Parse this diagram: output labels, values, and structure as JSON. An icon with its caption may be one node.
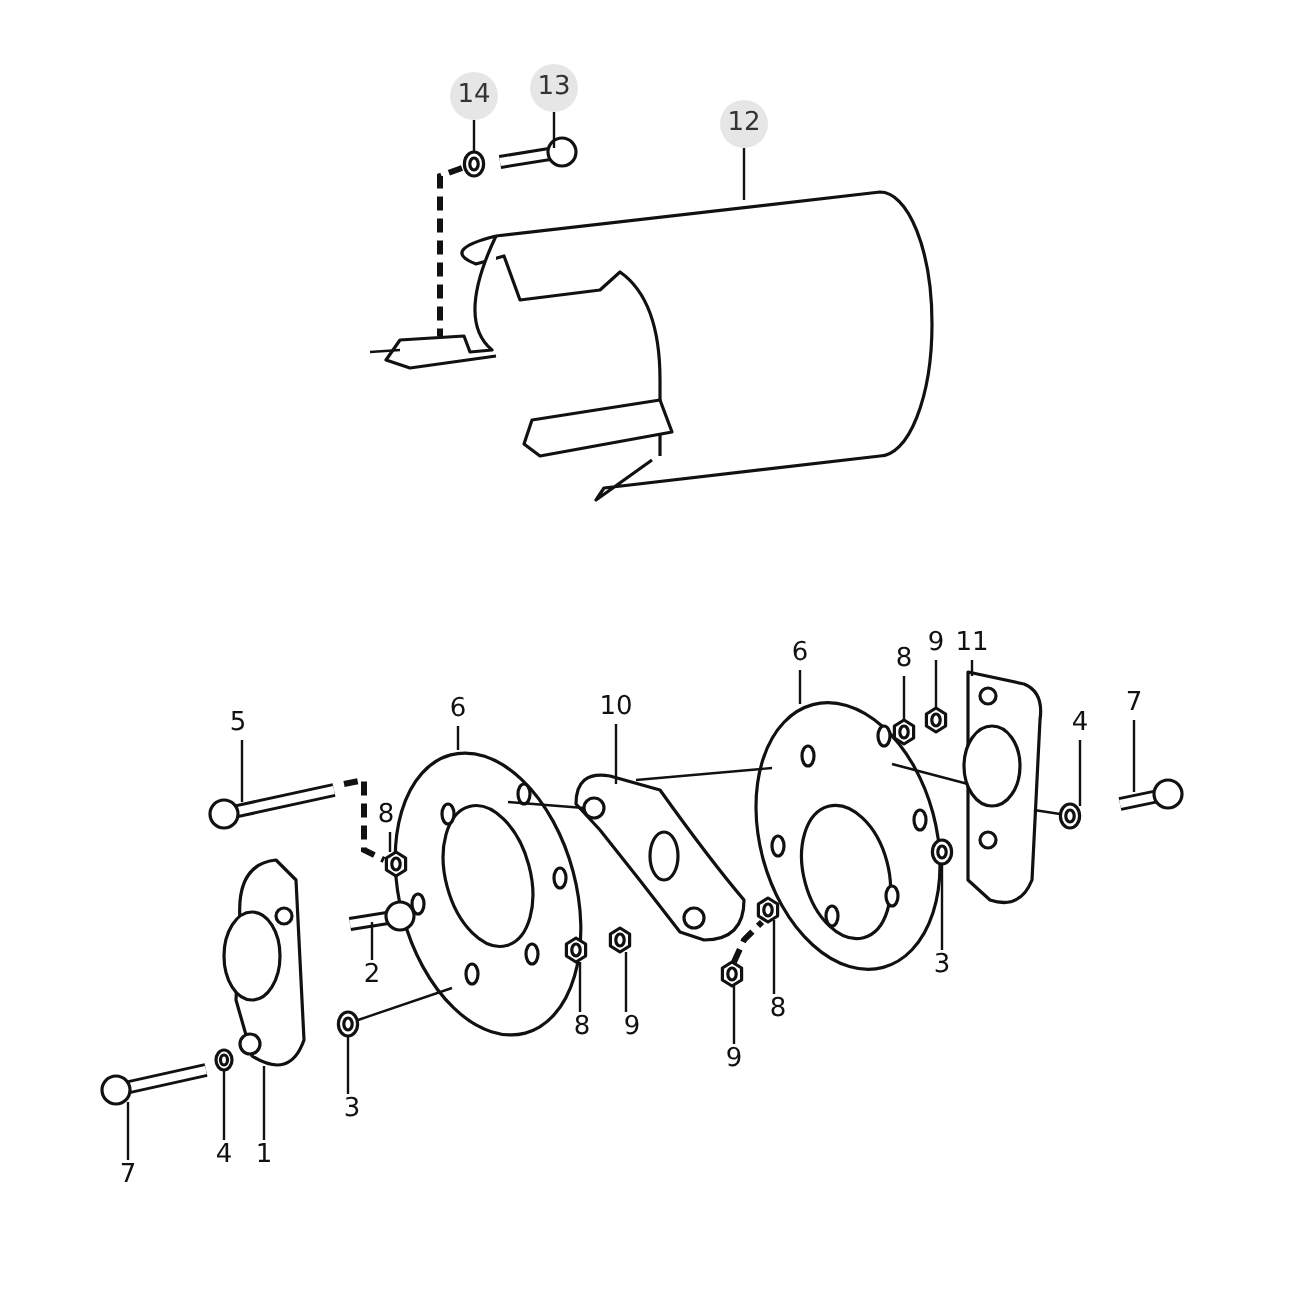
{
  "diagram": {
    "nodes": [
      {
        "text": [
          "14"
        ]
      },
      {
        "text": [
          "13"
        ]
      },
      {
        "text": [
          "12"
        ]
      },
      {
        "text": [
          "5"
        ]
      },
      {
        "text": [
          "6"
        ]
      },
      {
        "text": [
          "10"
        ]
      },
      {
        "text": [
          "6"
        ]
      },
      {
        "text": [
          "8"
        ]
      },
      {
        "text": [
          "9"
        ]
      },
      {
        "text": [
          "11"
        ]
      },
      {
        "text": [
          "7"
        ]
      },
      {
        "text": [
          "4"
        ]
      },
      {
        "text": [
          "8"
        ]
      },
      {
        "text": [
          "2"
        ]
      },
      {
        "text": [
          "3"
        ]
      },
      {
        "text": [
          "8"
        ]
      },
      {
        "text": [
          "9"
        ]
      },
      {
        "text": [
          "9"
        ]
      },
      {
        "text": [
          "8"
        ]
      },
      {
        "text": [
          "3"
        ]
      },
      {
        "text": [
          "7"
        ]
      },
      {
        "text": [
          "4"
        ]
      },
      {
        "text": [
          "1"
        ]
      },
      {
        "text": [],
        "shape": "picture"
      },
      {
        "text": [],
        "shape": "picture"
      },
      {
        "text": [],
        "shape": "picture"
      },
      {
        "text": [],
        "shape": "picture"
      },
      {
        "text": [],
        "shape": "picture"
      },
      {
        "text": [],
        "shape": "picture"
      },
      {
        "text": [],
        "shape": "picture"
      },
      {
        "text": [],
        "shape": "picture"
      },
      {
        "text": [],
        "shape": "picture"
      },
      {
        "text": [],
        "shape": "picture"
      },
      {
        "text": [],
        "shape": "picture"
      },
      {
        "text": [],
        "shape": "picture"
      },
      {
        "text": [],
        "shape": "picture"
      },
      {
        "text": [],
        "shape": "picture"
      },
      {
        "text": [],
        "shape": "picture"
      },
      {
        "text": [],
        "shape": "picture"
      },
      {
        "text": [],
        "shape": "picture"
      },
      {
        "text": [],
        "shape": "picture"
      },
      {
        "text": [],
        "shape": "picture"
      },
      {
        "text": [],
        "shape": "picture"
      },
      {
        "text": [],
        "shape": "picture"
      },
      {
        "text": [],
        "shape": "picture"
      },
      {
        "text": [],
        "shape": "picture"
      }
    ],
    "edges": [
      {
        "from": 0,
        "to": 23,
        "arrow": "none"
      },
      {
        "from": 1,
        "to": 24,
        "arrow": "none"
      },
      {
        "from": 2,
        "to": 25,
        "arrow": "none"
      },
      {
        "from": 3,
        "to": 26,
        "arrow": "none"
      },
      {
        "from": 4,
        "to": 27,
        "arrow": "none"
      },
      {
        "from": 5,
        "to": 28,
        "arrow": "none"
      },
      {
        "from": 6,
        "to": 29,
        "arrow": "none"
      },
      {
        "from": 7,
        "to": 30,
        "arrow": "none"
      },
      {
        "from": 8,
        "to": 31,
        "arrow": "none"
      },
      {
        "from": 9,
        "to": 32,
        "arrow": "none"
      },
      {
        "from": 10,
        "to": 33,
        "arrow": "none"
      },
      {
        "from": 11,
        "to": 34,
        "arrow": "none"
      },
      {
        "from": 12,
        "to": 35,
        "arrow": "none"
      },
      {
        "from": 13,
        "to": 36,
        "arrow": "none"
      },
      {
        "from": 14,
        "to": 37,
        "arrow": "none"
      },
      {
        "from": 15,
        "to": 38,
        "arrow": "none"
      },
      {
        "from": 16,
        "to": 39,
        "arrow": "none"
      },
      {
        "from": 17,
        "to": 40,
        "arrow": "none"
      },
      {
        "from": 18,
        "to": 41,
        "arrow": "none"
      },
      {
        "from": 19,
        "to": 42,
        "arrow": "none"
      },
      {
        "from": 20,
        "to": 43,
        "arrow": "none"
      },
      {
        "from": 21,
        "to": 44,
        "arrow": "none"
      },
      {
        "from": 22,
        "to": 45,
        "arrow": "none"
      },
      {
        "from": 26,
        "to": 35,
        "arrow": "none",
        "style": "dashed"
      },
      {
        "from": 27,
        "to": 28,
        "arrow": "none"
      },
      {
        "from": 28,
        "to": 29,
        "arrow": "none"
      },
      {
        "from": 29,
        "to": 32,
        "arrow": "none"
      },
      {
        "from": 32,
        "to": 34,
        "arrow": "none"
      },
      {
        "from": 37,
        "to": 27,
        "arrow": "none"
      },
      {
        "from": 40,
        "to": 41,
        "arrow": "none",
        "style": "dashed"
      },
      {
        "from": 23,
        "to": 25,
        "arrow": "none",
        "style": "dashed"
      },
      {
        "from": null,
        "to": 25,
        "arrow": "none"
      }
    ]
  }
}
